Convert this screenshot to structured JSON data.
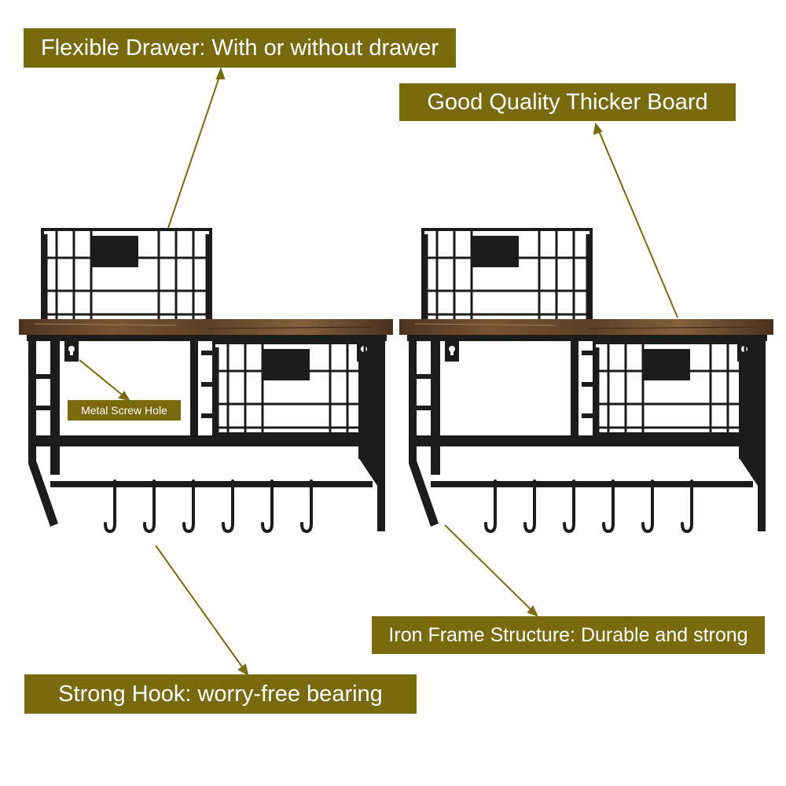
{
  "colors": {
    "label_bg": "#7a6a0e",
    "label_text": "#ffffff",
    "pointer_line": "#7a6a0e",
    "iron_frame": "#1c1c1c",
    "wood_top": "#6b4a2b",
    "wood_grain": "#8a6540",
    "background": "#ffffff"
  },
  "callouts": {
    "flexible_drawer": "Flexible Drawer: With or without drawer",
    "thicker_board": "Good Quality Thicker Board",
    "screw_hole": "Metal Screw Hole",
    "iron_frame": "Iron Frame Structure: Durable and strong",
    "strong_hook": "Strong Hook: worry-free bearing"
  },
  "product": {
    "units_shown": 2,
    "hooks_per_unit": 6,
    "baskets_per_unit": 2
  }
}
